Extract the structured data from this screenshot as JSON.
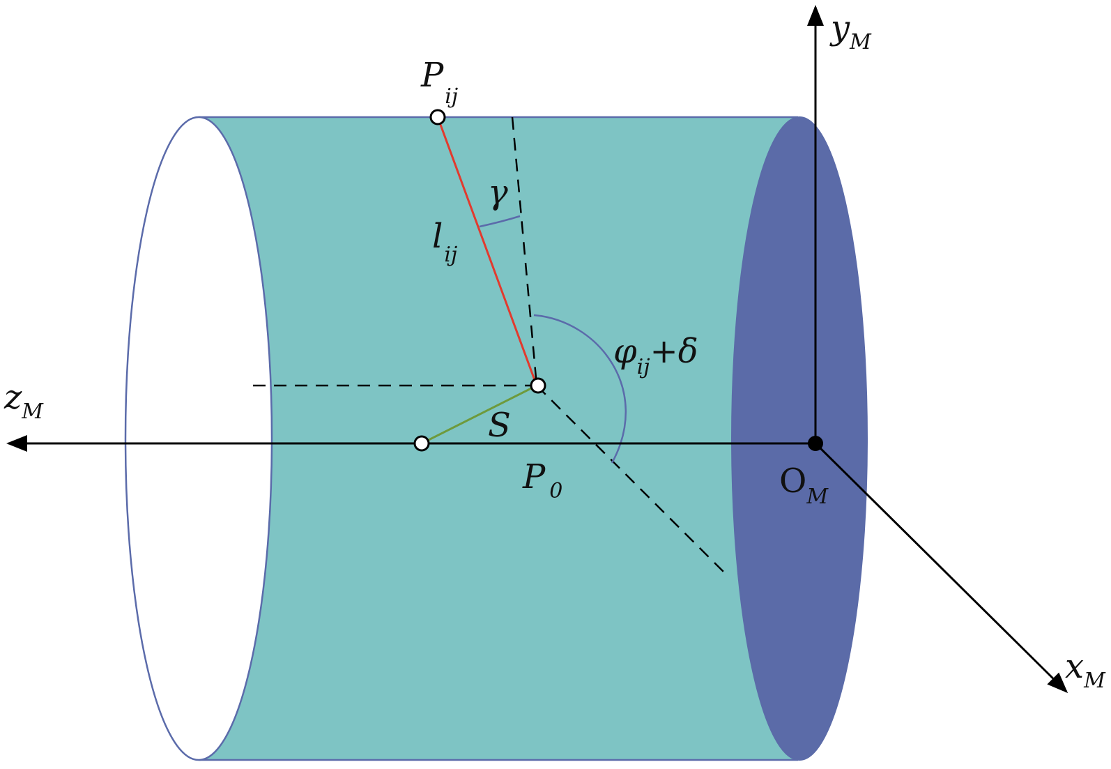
{
  "labels": {
    "y_axis": {
      "main": "y",
      "sub": "M"
    },
    "x_axis": {
      "main": "x",
      "sub": "M"
    },
    "z_axis": {
      "main": "z",
      "sub": "M"
    },
    "origin": {
      "main": "O",
      "sub": "M"
    },
    "point_top": {
      "main": "P",
      "sub": "ij"
    },
    "length": {
      "main": "l",
      "sub": "ij"
    },
    "gamma": "γ",
    "phi_main": "φ",
    "phi_sub": "ij",
    "phi_suffix": "+δ",
    "offset": "S",
    "point_base": {
      "main": "P",
      "sub": "0"
    }
  },
  "colors": {
    "cylinder_body": "#7EC4C4",
    "cylinder_outline": "#5B6BAA",
    "right_face": "#5B6BA8",
    "left_face": "#FFFFFF",
    "link_red": "#E23A2E",
    "offset_green": "#6E9A3C",
    "angle_arc": "#5B6BAA",
    "axis_black": "#000000"
  }
}
